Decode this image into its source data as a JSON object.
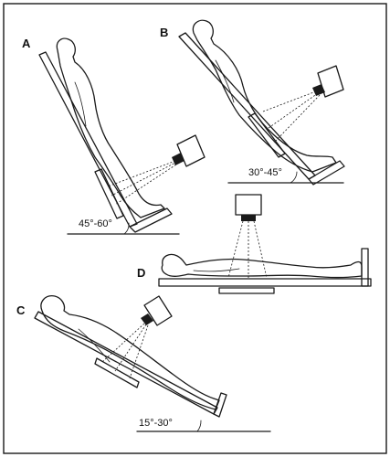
{
  "panels": {
    "a": {
      "letter": "A",
      "angle_label": "45°-60°"
    },
    "b": {
      "letter": "B",
      "angle_label": "30°-45°"
    },
    "c": {
      "letter": "C",
      "angle_label": "15°-30°"
    },
    "d": {
      "letter": "D"
    }
  },
  "colors": {
    "ink": "#1a1a1a",
    "background": "#ffffff"
  }
}
